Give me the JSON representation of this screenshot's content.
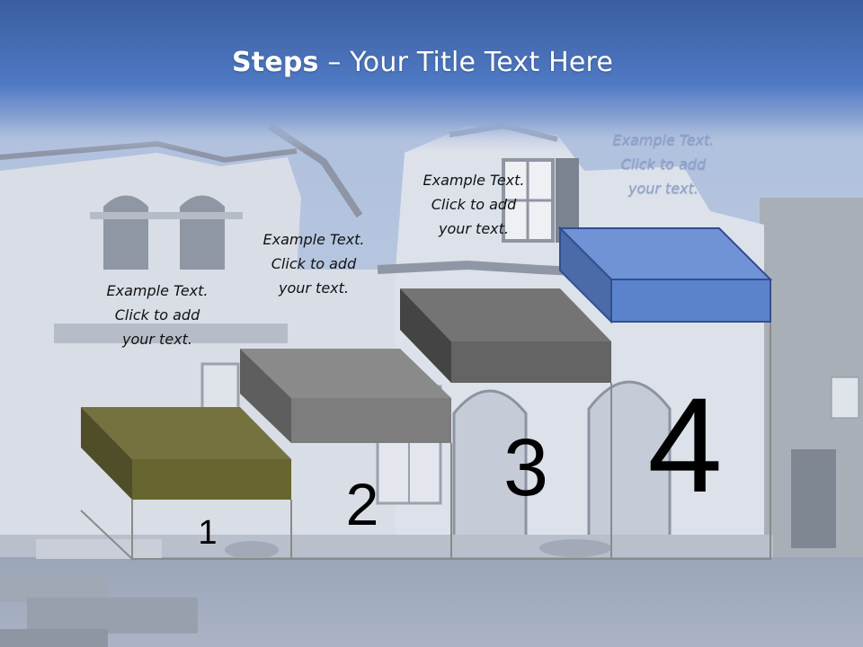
{
  "slide": {
    "title_bold": "Steps",
    "title_rest": " – Your Title Text Here"
  },
  "steps": [
    {
      "number": "1",
      "line1": "Example Text.",
      "line2": "Click  to add",
      "line3": "your text.",
      "color": "#6b6a3a"
    },
    {
      "number": "2",
      "line1": "Example Text.",
      "line2": "Click  to add",
      "line3": "your text.",
      "color": "#7f7f7f"
    },
    {
      "number": "3",
      "line1": "Example Text.",
      "line2": "Click  to add",
      "line3": "your text.",
      "color": "#686868"
    },
    {
      "number": "4",
      "line1": "Example Text.",
      "line2": "Click  to add",
      "line3": "your text.",
      "color": "#4f77c0"
    }
  ],
  "colors": {
    "header_blue": "#3d66b0",
    "sky": "#bcc9df",
    "accent_blue": "#4f77c0",
    "olive": "#6b6a3a"
  }
}
